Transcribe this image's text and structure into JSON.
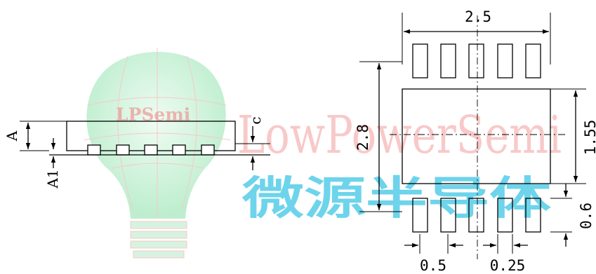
{
  "watermark": {
    "logo_text": "LPSemi",
    "brand_text": "LowPowerSemi",
    "chinese_text": "微源半导体"
  },
  "side_view": {
    "labels": {
      "a": "A",
      "a1": "A1",
      "c": "c"
    }
  },
  "top_view": {
    "dimensions": {
      "width": "2.5",
      "length": "2.8",
      "body_width": "1.55",
      "lead_length": "0.6",
      "pitch": "0.5",
      "lead_width": "0.25"
    }
  },
  "colors": {
    "lines": "#000000",
    "watermark_red": "#ef8888",
    "watermark_cyan": "#3cc6e4",
    "watermark_green": "#8fe0a8"
  }
}
